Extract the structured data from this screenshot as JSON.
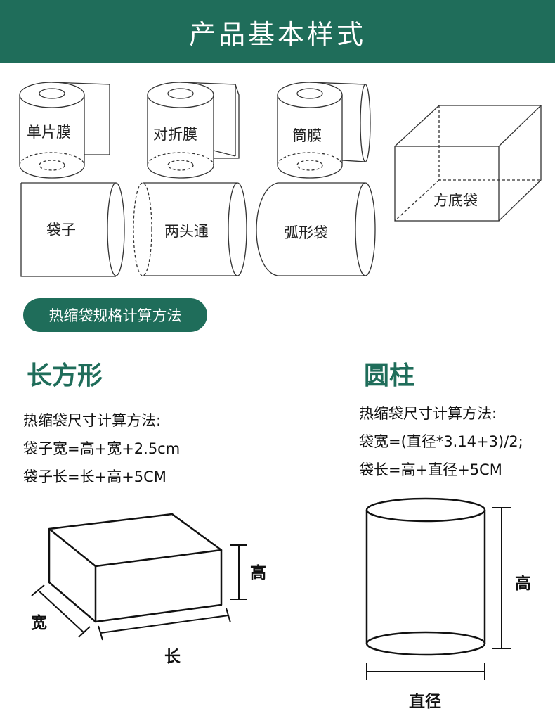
{
  "header": {
    "title": "产品基本样式"
  },
  "styles": {
    "single": "单片膜",
    "folded": "对折膜",
    "tube": "筒膜",
    "box_bag": "方底袋",
    "bag": "袋子",
    "open_both": "两头通",
    "arc_bag": "弧形袋"
  },
  "method_pill": "热缩袋规格计算方法",
  "rect": {
    "title": "长方形",
    "lines": [
      "热缩袋尺寸计算方法:",
      "袋子宽=高+宽+2.5cm",
      "袋子长=长+高+5CM"
    ],
    "dims": {
      "height": "高",
      "width": "宽",
      "length": "长"
    }
  },
  "cyl": {
    "title": "圆柱",
    "lines": [
      "热缩袋尺寸计算方法:",
      "袋宽=(直径*3.14+3)/2;",
      "袋长=高+直径+5CM"
    ],
    "dims": {
      "height": "高",
      "diameter": "直径"
    }
  },
  "colors": {
    "accent": "#1f6d5a",
    "line": "#222222"
  }
}
